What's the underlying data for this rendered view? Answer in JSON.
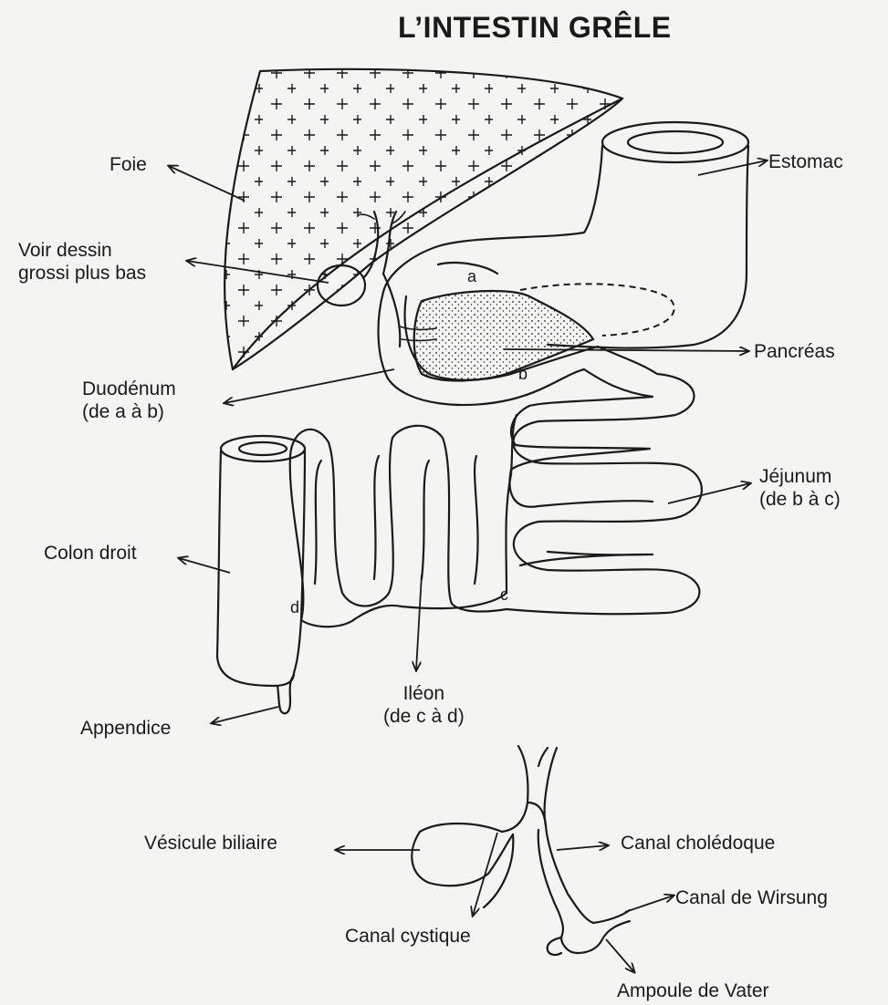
{
  "title": "L’INTESTIN GRÊLE",
  "labels": {
    "foie": "Foie",
    "voir_dessin": [
      "Voir dessin",
      "grossi plus bas"
    ],
    "estomac": "Estomac",
    "pancreas": "Pancréas",
    "duodenum": [
      "Duodénum",
      "(de a à b)"
    ],
    "jejunum": [
      "Jéjunum",
      "(de b à c)"
    ],
    "colon_droit": "Colon droit",
    "ileon": [
      "Iléon",
      "(de c à d)"
    ],
    "appendice": "Appendice",
    "vesicule": "Vésicule biliaire",
    "choledoque": "Canal cholédoque",
    "wirsung": "Canal de Wirsung",
    "cystique": "Canal cystique",
    "vater": "Ampoule de Vater"
  },
  "points": {
    "a": "a",
    "b": "b",
    "c": "c",
    "d": "d"
  }
}
